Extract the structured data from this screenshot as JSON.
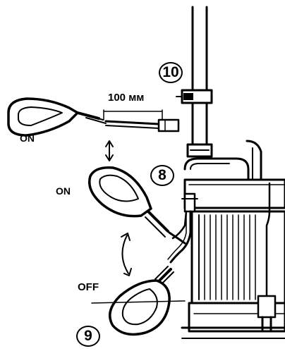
{
  "labels": {
    "dimension": "100 мм",
    "state_on_top": "ON",
    "state_on_middle": "ON",
    "state_off": "OFF"
  },
  "callouts": {
    "pipe_clamp": "10",
    "cable_clamp": "8",
    "float_switch": "9"
  }
}
